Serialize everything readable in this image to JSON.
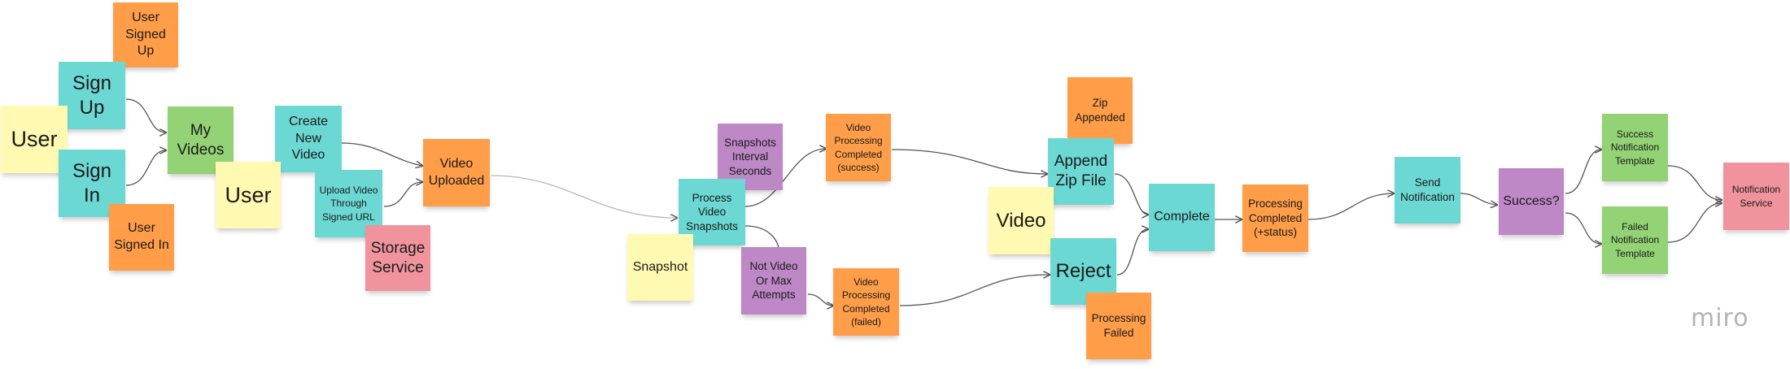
{
  "board": {
    "brand": "miro",
    "colors": {
      "yellow": "#fff9b1",
      "orange": "#ff9d48",
      "teal": "#6cd8d3",
      "green": "#93d275",
      "purple": "#be88c7",
      "pink": "#f0939d",
      "connector": "#555555"
    },
    "notes": {
      "user_1": "User",
      "sign_up": "Sign Up",
      "user_signed_up": "User Signed Up",
      "sign_in": "Sign In",
      "user_signed_in": "User Signed In",
      "my_videos": "My Videos",
      "user_2": "User",
      "create_new_video": "Create New Video",
      "upload_video": "Upload Video Through Signed URL",
      "storage_service": "Storage Service",
      "video_uploaded": "Video Uploaded",
      "snapshots_interval": "Snapshots Interval Seconds",
      "process_video_snapshots": "Process Video Snapshots",
      "snapshot": "Snapshot",
      "not_video_max_attempts": "Not Video Or Max Attempts",
      "video_processing_success": "Video Processing Completed (success)",
      "video_processing_failed": "Video Processing Completed (failed)",
      "zip_appended": "Zip Appended",
      "append_zip_file": "Append Zip File",
      "video": "Video",
      "reject": "Reject",
      "processing_failed": "Processing Failed",
      "complete": "Complete",
      "processing_completed_status": "Processing Completed (+status)",
      "send_notification": "Send Notification",
      "success_question": "Success?",
      "success_template": "Success Notification Template",
      "failed_template": "Failed Notification Template",
      "notification_service": "Notification Service"
    }
  }
}
